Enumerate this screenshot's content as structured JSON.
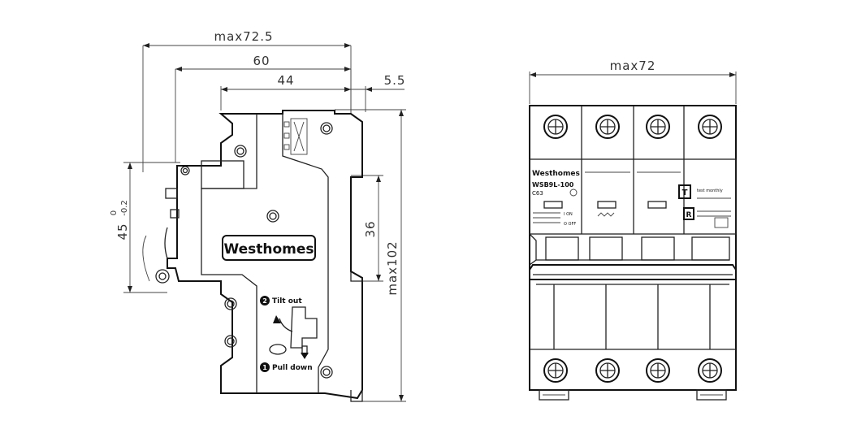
{
  "dimensions": {
    "side_overall_width": "max72.5",
    "side_width_60": "60",
    "side_width_44": "44",
    "side_rail_5_5": "5.5",
    "side_height_36": "36",
    "side_height_max102": "max102",
    "side_height_45_main": "45",
    "side_height_45_tol_upper": "0",
    "side_height_45_tol_lower": "-0.2",
    "front_overall_width": "max72"
  },
  "labels": {
    "brand_large": "Westhomes",
    "tilt_out": "Tilt out",
    "pull_down": "Pull down",
    "tilt_out_num": "2",
    "pull_down_num": "1"
  },
  "front_labels": {
    "brand": "Westhomes",
    "model": "WSB9L-100",
    "code": "C63",
    "test_button": "T",
    "reset_button": "R",
    "test_text": "test monthly",
    "on_mark": "I ON",
    "off_mark": "O OFF"
  },
  "colors": {
    "line": "#222222",
    "background": "#ffffff"
  }
}
